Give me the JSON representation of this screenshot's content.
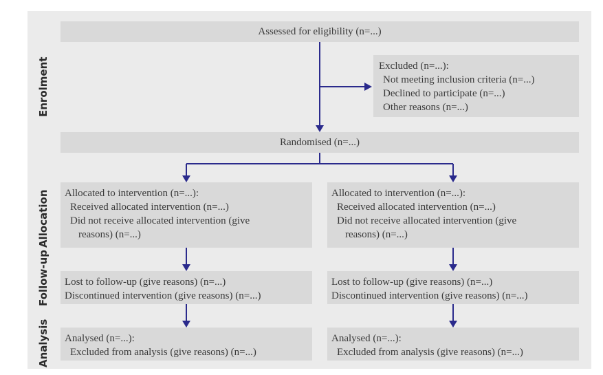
{
  "phases": {
    "enrolment": "Enrolment",
    "allocation": "Allocation",
    "followup": "Follow-up",
    "analysis": "Analysis"
  },
  "boxes": {
    "assessed": "Assessed for eligibility (n=...)",
    "excluded_title": "Excluded (n=...):",
    "excluded_items": [
      "Not meeting inclusion criteria (n=...)",
      "Declined to participate (n=...)",
      "Other reasons (n=...)"
    ],
    "randomised": "Randomised (n=...)",
    "allocated_left": {
      "title": "Allocated to intervention (n=...):",
      "item1": "Received allocated intervention (n=...)",
      "item2a": "Did not receive allocated intervention (give",
      "item2b": "reasons) (n=...)"
    },
    "allocated_right": {
      "title": "Allocated to intervention (n=...):",
      "item1": "Received allocated intervention (n=...)",
      "item2a": "Did not receive allocated intervention (give",
      "item2b": "reasons) (n=...)"
    },
    "followup_left": {
      "line1": "Lost to follow-up (give reasons) (n=...)",
      "line2": "Discontinued intervention (give reasons) (n=...)"
    },
    "followup_right": {
      "line1": "Lost to follow-up (give reasons) (n=...)",
      "line2": "Discontinued intervention (give reasons) (n=...)"
    },
    "analysis_left": {
      "line1": "Analysed (n=...):",
      "line2": "Excluded from analysis (give reasons) (n=...)"
    },
    "analysis_right": {
      "line1": "Analysed (n=...):",
      "line2": "Excluded from analysis (give reasons) (n=...)"
    }
  },
  "colors": {
    "background": "#ebebeb",
    "box": "#d9d9d9",
    "arrow": "#2a2a8c",
    "text": "#3a3a3a"
  }
}
